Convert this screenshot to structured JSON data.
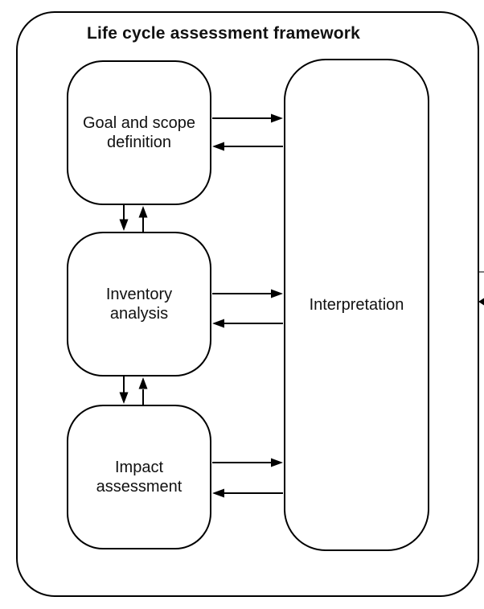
{
  "diagram": {
    "title": "Life cycle assessment framework",
    "boxes": {
      "goal_scope": {
        "label": "Goal and scope definition",
        "line1": "Goal and scope",
        "line2": "definition"
      },
      "inventory": {
        "label": "Inventory analysis",
        "line1": "Inventory",
        "line2": "analysis"
      },
      "impact": {
        "label": "Impact assessment",
        "line1": "Impact",
        "line2": "assessment"
      },
      "interpretation": {
        "label": "Interpretation"
      }
    },
    "connections": [
      {
        "from": "Goal and scope definition",
        "to": "Interpretation",
        "bidirectional": true
      },
      {
        "from": "Interpretation",
        "to": "Goal and scope definition",
        "bidirectional": true
      },
      {
        "from": "Inventory analysis",
        "to": "Interpretation",
        "bidirectional": true
      },
      {
        "from": "Impact assessment",
        "to": "Interpretation",
        "bidirectional": true
      },
      {
        "from": "Goal and scope definition",
        "to": "Inventory analysis",
        "bidirectional": true
      },
      {
        "from": "Inventory analysis",
        "to": "Impact assessment",
        "bidirectional": true
      },
      {
        "from": "framework right edge",
        "to": "cropped external element at image edge",
        "bidirectional": true
      }
    ],
    "colors": {
      "line": "#000000",
      "stub_gray": "#7b7b7b",
      "text": "#111111",
      "background": "#ffffff"
    }
  }
}
